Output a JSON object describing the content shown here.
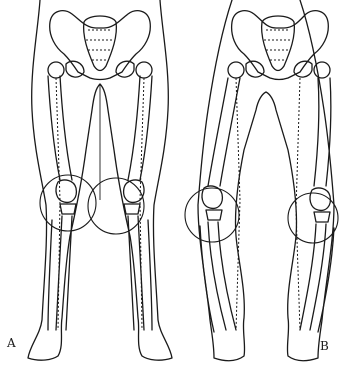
{
  "figure": {
    "panels": [
      {
        "id": "A",
        "label": "A",
        "description_key": "normal"
      },
      {
        "id": "B",
        "label": "B",
        "description_key": "genu-varum"
      }
    ]
  }
}
